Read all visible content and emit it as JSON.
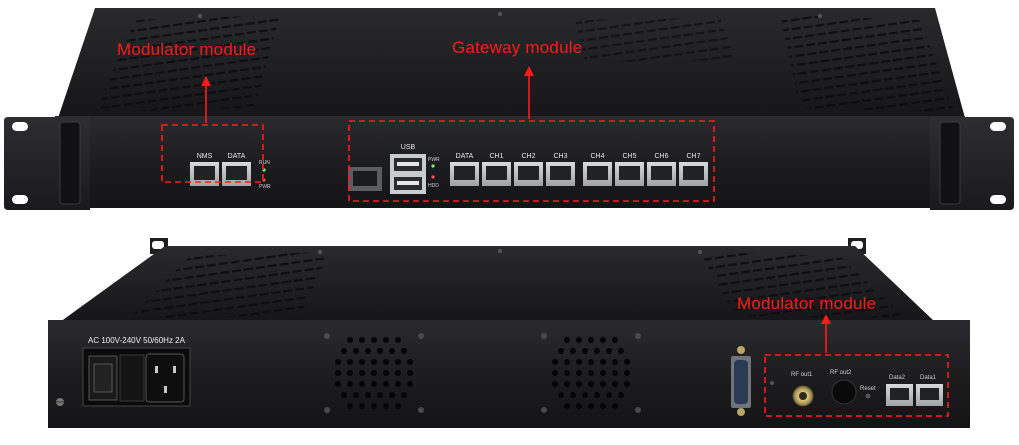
{
  "front_panel": {
    "callouts": {
      "modulator": "Modulator module",
      "gateway": "Gateway module"
    },
    "modulator_ports": [
      "NMS",
      "DATA"
    ],
    "modulator_leds": [
      "RUN",
      "PWR"
    ],
    "usb_label": "USB",
    "gateway_leds": [
      "PWR",
      "HDD"
    ],
    "gateway_ports": [
      "DATA",
      "CH1",
      "CH2",
      "CH3",
      "CH4",
      "CH5",
      "CH6",
      "CH7"
    ]
  },
  "rear_panel": {
    "power_label": "AC 100V-240V 50/60Hz 2A",
    "callout": "Modulator module",
    "rf_ports": [
      "RF out1",
      "RF out2"
    ],
    "reset_label": "Reset",
    "data_ports": [
      "Data2",
      "Data1"
    ]
  },
  "colors": {
    "annotation": "#ff1a1a",
    "chassis": "#1c1c1e",
    "port_housing": "#bfc3c6"
  }
}
